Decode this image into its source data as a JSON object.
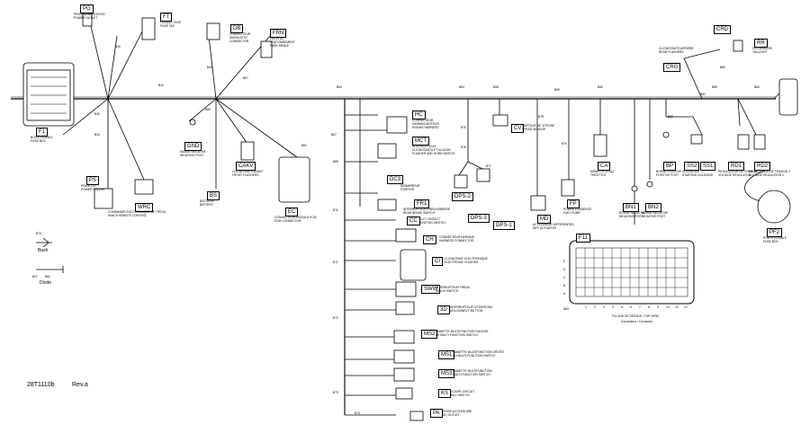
{
  "footer": {
    "part_code": "28T1110b",
    "revision": "Rev.a"
  },
  "legend": {
    "node_label": "B73",
    "bush_label": "Bush",
    "diode_label": "Diode",
    "diode_refs": [
      "B27",
      "B61"
    ]
  },
  "fuse_box": {
    "id": "F11",
    "row_labels": [
      "E",
      "D",
      "C",
      "B",
      "A"
    ],
    "col_labels": [
      "1",
      "2",
      "3",
      "4",
      "5",
      "6",
      "7",
      "8",
      "9",
      "10",
      "11",
      "12"
    ],
    "caption": "F11 VUE DE DESSUS / TOP VIEW",
    "bottom_code": "Connecteur / Connector"
  },
  "wire_labels": [
    "B40",
    "B41",
    "B42",
    "B33",
    "B44",
    "B57",
    "B60",
    "B61",
    "B54",
    "B64",
    "B58",
    "B59",
    "B62",
    "B65",
    "B66",
    "B67",
    "B69",
    "B70",
    "B71",
    "B72",
    "B73",
    "B74",
    "B75",
    "B76",
    "B77",
    "B78",
    "B79",
    "B80",
    "B81",
    "B82",
    "B83"
  ],
  "connectors": [
    {
      "id": "PG",
      "desc": "PRISE ALIMENTATION\nPOWER OUTLET"
    },
    {
      "id": "FT",
      "desc": "FUSIBLE TAXE\nFUSE TAP"
    },
    {
      "id": "DB",
      "desc": "CONNECTEUR\nDIAGNOSTIC\nCONNECTOR"
    },
    {
      "id": "FRN",
      "desc": "FREIN DE\nSTATIONNEMENT\nPARK BRAKE"
    },
    {
      "id": "F1",
      "desc": "BOITE FUSIBLE\nFUSE BOX"
    },
    {
      "id": "PS",
      "desc": "PRISE 12V\nPOWER SOCKET"
    },
    {
      "id": "WRC",
      "desc": "COMMANDE ELECTRONIQUE DE TREUIL\nWINCH REMOTE CONTROL"
    },
    {
      "id": "GND",
      "desc": "MASSE NEGATIVE\nNEGATIVE POST"
    },
    {
      "id": "CAKV",
      "desc": "CLIGNOTANTS AVANT\nFRONT FLASHERS"
    },
    {
      "id": "BS",
      "desc": "BATTERIE\nBATTERY"
    },
    {
      "id": "EC",
      "desc": "CONNECTEUR MODULE ECM\nECM CONNECTOR"
    },
    {
      "id": "HC",
      "desc": "CONNECTEUR\nHARNAIS MOTEUR\nENGINE HARNESS"
    },
    {
      "id": "MCT",
      "desc": "INTERRUPTEUR\nCLIGNOTANTS ET KLAXON\nFLASHER AND HORN SWITCH"
    },
    {
      "id": "DC3",
      "desc": "DEMARREUR\nSTARTER"
    },
    {
      "id": "FR1",
      "desc": "INTERRUPTEUR FREIN ARRIERE\nREAR BRAKE SWITCH"
    },
    {
      "id": "CC",
      "desc": "CLE CONTACT\nIGNITION SWITCH"
    },
    {
      "id": "CH",
      "desc": "CONNECTEUR HARNAIS\nHARNESS CONNECTOR"
    },
    {
      "id": "CI",
      "desc": "CLIGNOTANT ELECTRONIQUE\nELECTRONIC FLASHER"
    },
    {
      "id": "SWW",
      "desc": "INTERRUPTEUR TREUIL\nWINCH SWITCH"
    },
    {
      "id": "3D",
      "desc": "INTERRUPTEUR 3 POSITIONS\nDISCONNECT BUTTON"
    },
    {
      "id": "MS2",
      "desc": "MANETTE MULTIFONCTION GAUCHE\nLH MULTI-FUNCTION SWITCH"
    },
    {
      "id": "MS1",
      "desc": "MANETTE MULTIFONCTION DROITE\nRH MULTI-FUNCTION SWITCH"
    },
    {
      "id": "MS3",
      "desc": "MANETTE MULTIFONCTION\nMULTI-FUNCTION SWITCH"
    },
    {
      "id": "KS",
      "desc": "COUPE-CIRCUIT\nKILL SWITCH"
    },
    {
      "id": "PA",
      "desc": "PRISE ACCESSOIRE\nDC OUTLET"
    },
    {
      "id": "CV",
      "desc": "CAPTEUR DE VITESSE\nSPEED SENSOR"
    },
    {
      "id": "DPS-2",
      "desc": ""
    },
    {
      "id": "DPS-3",
      "desc": ""
    },
    {
      "id": "DPS-1",
      "desc": ""
    },
    {
      "id": "MD",
      "desc": "ACTIONNEUR DIFFERENTIEL\nDIFF ACTUATOR"
    },
    {
      "id": "FP",
      "desc": "POMPE A ESSENCE\nFUEL PUMP"
    },
    {
      "id": "CA",
      "desc": "MANETTE A GAZ\nTHROTTLE"
    },
    {
      "id": "BN1",
      "desc": "BORNE NEGATIVE\nNEGATIVE POST"
    },
    {
      "id": "BN2",
      "desc": "BORNE NEGATIVE\nNEGATIVE POST"
    },
    {
      "id": "BP",
      "desc": "BORNE POSITIVE\nPOSITIVE POST"
    },
    {
      "id": "SS2",
      "desc": "SOLENOIDE\nSTARTING SOLENOID"
    },
    {
      "id": "SS1",
      "desc": ""
    },
    {
      "id": "CRG",
      "desc": "CLIGNOTANTS ARRIERE\nREAR FLASHERS"
    },
    {
      "id": "CRD",
      "desc": ""
    },
    {
      "id": "RR",
      "desc": "FEU ARRIERE\nTAILLIGHT"
    },
    {
      "id": "RD1",
      "desc": "REGULATEUR DE TENSION\nVOLTAGE REGULATOR"
    },
    {
      "id": "RD2",
      "desc": "REGULATEUR DE TENSION 2\nVOLTAGE REGULATOR 2"
    },
    {
      "id": "PF2",
      "desc": "PORTE FUSIBLE\nFUSE BOX"
    }
  ]
}
